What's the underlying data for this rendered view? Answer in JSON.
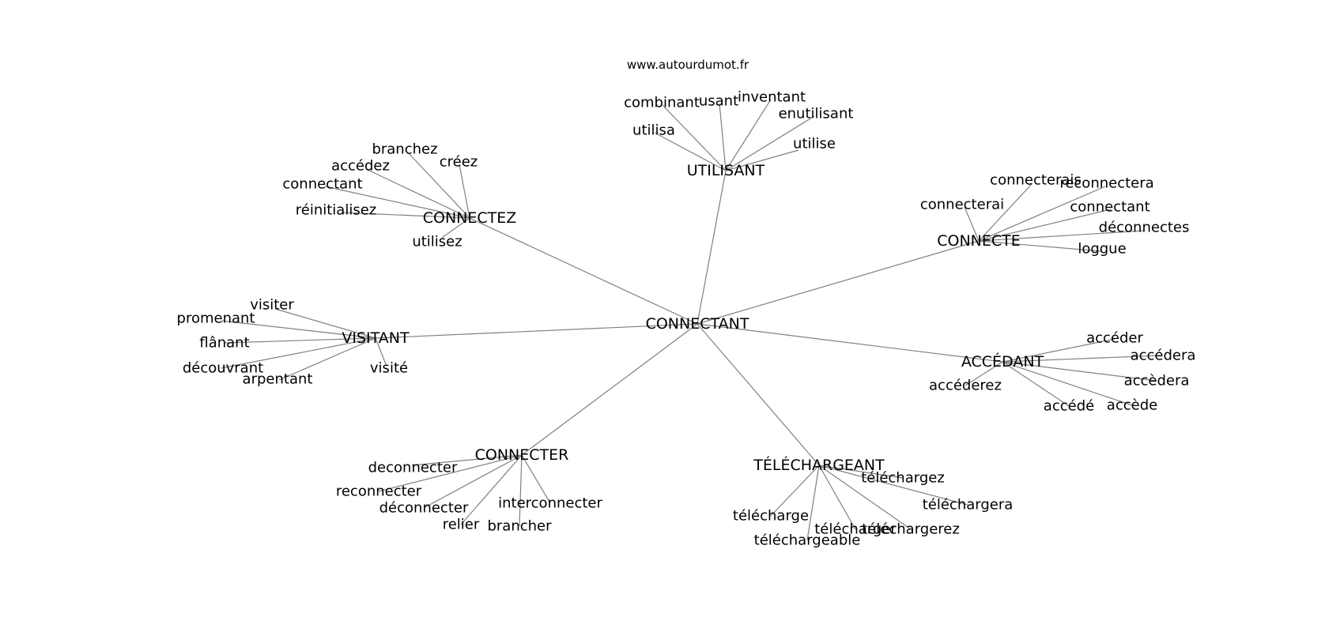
{
  "source": "www.autourdumot.fr",
  "graph": {
    "center": "CONNECTANT",
    "clusters": [
      {
        "hub": "UTILISANT",
        "leaves": [
          "combinant",
          "usant",
          "inventant",
          "enutilisant",
          "utilisa",
          "utilise"
        ]
      },
      {
        "hub": "CONNECTEZ",
        "leaves": [
          "branchez",
          "accédez",
          "créez",
          "connectant",
          "réinitialisez",
          "utilisez"
        ]
      },
      {
        "hub": "CONNECTE",
        "leaves": [
          "connecterais",
          "reconnectera",
          "connectant",
          "connecterai",
          "déconnectes",
          "loggue"
        ]
      },
      {
        "hub": "VISITANT",
        "leaves": [
          "visiter",
          "promenant",
          "flânant",
          "découvrant",
          "arpentant",
          "visité"
        ]
      },
      {
        "hub": "ACCÉDANT",
        "leaves": [
          "accéder",
          "accédera",
          "accèdera",
          "accéderez",
          "accédé",
          "accède"
        ]
      },
      {
        "hub": "CONNECTER",
        "leaves": [
          "deconnecter",
          "reconnecter",
          "déconnecter",
          "interconnecter",
          "relier",
          "brancher"
        ]
      },
      {
        "hub": "TÉLÉCHARGEANT",
        "leaves": [
          "téléchargez",
          "téléchargera",
          "télécharge",
          "télécharger",
          "téléchargerez",
          "téléchargeable"
        ]
      }
    ]
  }
}
